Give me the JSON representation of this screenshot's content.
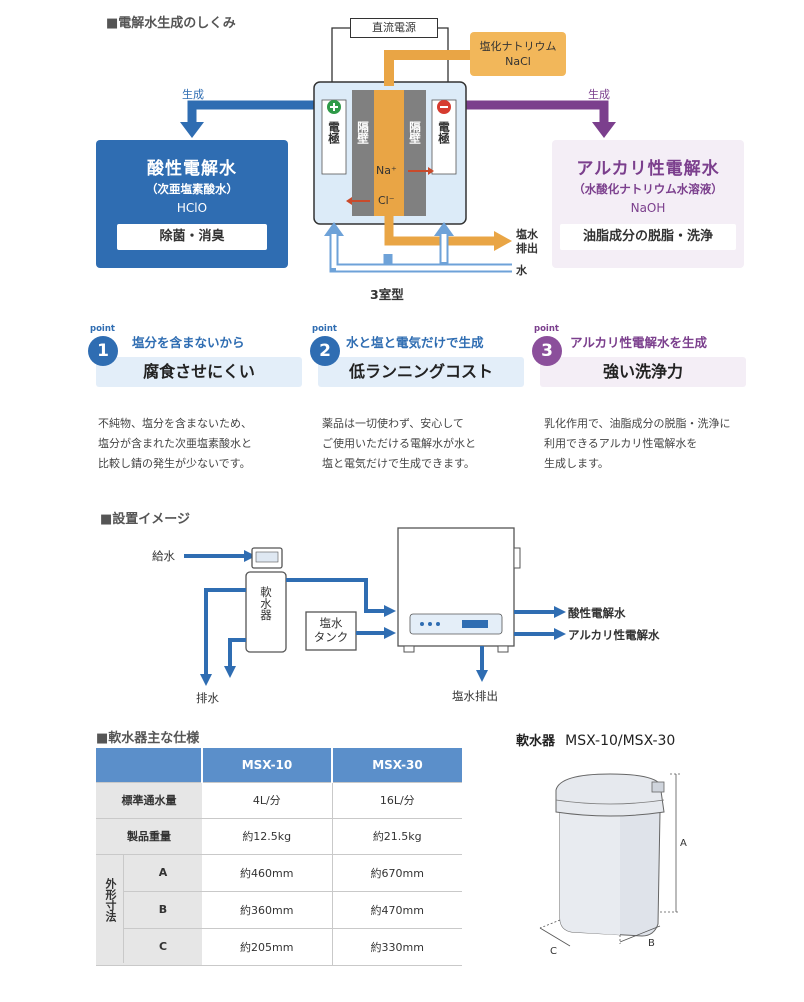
{
  "sec1": {
    "title": "■電解水生成のしくみ"
  },
  "diagram": {
    "dc_power": "直流電源",
    "nacl_line1": "塩化ナトリウム",
    "nacl_line2": "NaCl",
    "gen_left": "生成",
    "gen_right": "生成",
    "electrode_plus": "電極",
    "electrode_minus": "電極",
    "membrane1": "隔壁",
    "membrane2": "隔壁",
    "na_ion": "Na⁺",
    "cl_ion": "Cl⁻",
    "drain_line1": "塩水",
    "drain_line2": "排出",
    "water": "水",
    "type": "3室型",
    "acid": {
      "title": "酸性電解水",
      "sub": "（次亜塩素酸水）",
      "formula": "HClO",
      "use": "除菌・消臭"
    },
    "alkaline": {
      "title": "アルカリ性電解水",
      "sub": "（水酸化ナトリウム水溶液）",
      "formula": "NaOH",
      "use": "油脂成分の脱脂・洗浄"
    }
  },
  "points": [
    {
      "word": "point",
      "num": "1",
      "heading": "塩分を含まないから",
      "bar": "腐食させにくい",
      "desc": [
        "不純物、塩分を含まないため、",
        "塩分が含まれた次亜塩素酸水と",
        "比較し錆の発生が少ないです。"
      ]
    },
    {
      "word": "point",
      "num": "2",
      "heading": "水と塩と電気だけで生成",
      "bar": "低ランニングコスト",
      "desc": [
        "薬品は一切使わず、安心して",
        "ご使用いただける電解水が水と",
        "塩と電気だけで生成できます。"
      ]
    },
    {
      "word": "point",
      "num": "3",
      "heading": "アルカリ性電解水を生成",
      "bar": "強い洗浄力",
      "desc": [
        "乳化作用で、油脂成分の脱脂・洗浄に",
        "利用できるアルカリ性電解水を",
        "生成します。"
      ]
    }
  ],
  "sec2": {
    "title": "■設置イメージ"
  },
  "install": {
    "supply": "給水",
    "softener": "軟水器",
    "brine_tank_1": "塩水",
    "brine_tank_2": "タンク",
    "drain": "排水",
    "brine_drain": "塩水排出",
    "out_acid": "酸性電解水",
    "out_alk": "アルカリ性電解水"
  },
  "sec3": {
    "title": "■軟水器主な仕様"
  },
  "spec_table": {
    "columns": [
      "MSX-10",
      "MSX-30"
    ],
    "rows": [
      {
        "label": "標準通水量",
        "v1": "4L/分",
        "v2": "16L/分"
      },
      {
        "label": "製品重量",
        "v1": "約12.5kg",
        "v2": "約21.5kg"
      }
    ],
    "dims_group": "外形寸法",
    "dims": [
      {
        "label": "A",
        "v1": "約460mm",
        "v2": "約670mm"
      },
      {
        "label": "B",
        "v1": "約360mm",
        "v2": "約470mm"
      },
      {
        "label": "C",
        "v1": "約205mm",
        "v2": "約330mm"
      }
    ]
  },
  "softener_figure": {
    "title": "軟水器",
    "models": "MSX-10/MSX-30",
    "dim_a": "A",
    "dim_b": "B",
    "dim_c": "C"
  },
  "colors": {
    "blue": "#2f6db2",
    "light_blue": "#dcebf8",
    "orange": "#e9a545",
    "purple": "#7b3f8d",
    "gray": "#7a7a7a"
  }
}
